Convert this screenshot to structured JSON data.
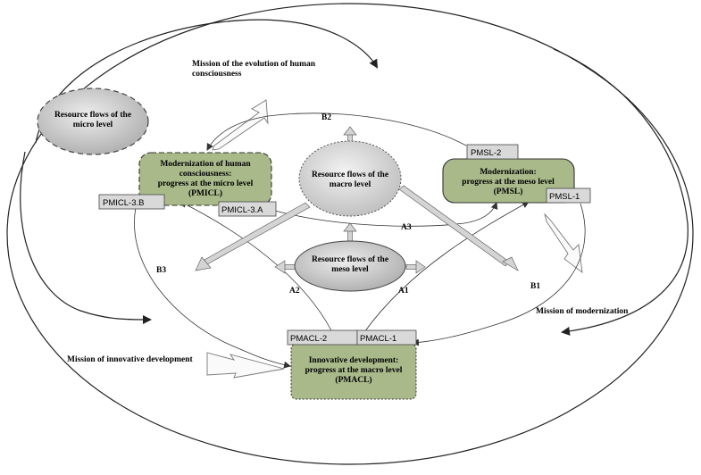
{
  "mission_labels": {
    "evolution_line1": "Mission of the evolution of human",
    "evolution_line2": "consciousness",
    "modernization": "Mission of modernization",
    "innovative": "Mission of innovative development"
  },
  "nodes": {
    "micro_flows": {
      "line1": "Resource flows of the",
      "line2": "micro level"
    },
    "macro_flows": {
      "line1": "Resource flows of the",
      "line2": "macro level"
    },
    "meso_flows": {
      "line1": "Resource flows of the",
      "line2": "meso level"
    },
    "pmicl": {
      "line1": "Modernization of human",
      "line2": "consciousness:",
      "line3": "progress at the micro level",
      "line4": "(PMICL)"
    },
    "pmsl": {
      "line1": "Modernization:",
      "line2": "progress at the meso level",
      "line3": "(PMSL)"
    },
    "pmacl": {
      "line1": "Innovative development:",
      "line2": "progress at the macro level",
      "line3": "(PMACL)"
    }
  },
  "tags": {
    "pmsl_2": "PMSL-2",
    "pmsl_1": "PMSL-1",
    "pmicl_3b": "PMICL-3.B",
    "pmicl_3a": "PMICL-3.A",
    "pmacl_2": "PMACL-2",
    "pmacl_1": "PMACL-1"
  },
  "edge_labels": {
    "b2": "B2",
    "a3": "A3",
    "b3": "B3",
    "a2": "A2",
    "a1": "A1",
    "b1": "B1"
  },
  "colors": {
    "green_box": "#a9b98a",
    "tag_fill": "#d9d9d9",
    "arrow_fill": "#d4d4d4"
  }
}
